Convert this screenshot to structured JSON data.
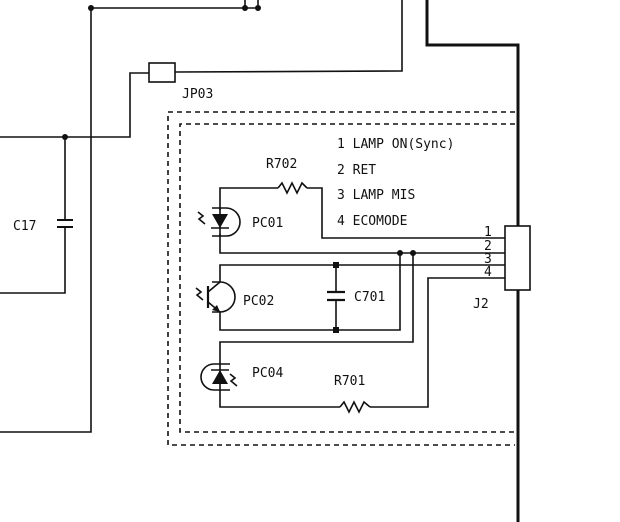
{
  "labels": {
    "jumper": "JP03",
    "c17": "C17",
    "r702": "R702",
    "r701": "R701",
    "c701": "C701",
    "pc01": "PC01",
    "pc02": "PC02",
    "pc04": "PC04",
    "connector": "J2"
  },
  "legend": [
    "1 LAMP ON(Sync)",
    "2 RET",
    "3 LAMP MIS",
    "4 ECOMODE"
  ],
  "pins": [
    "1",
    "2",
    "3",
    "4"
  ]
}
